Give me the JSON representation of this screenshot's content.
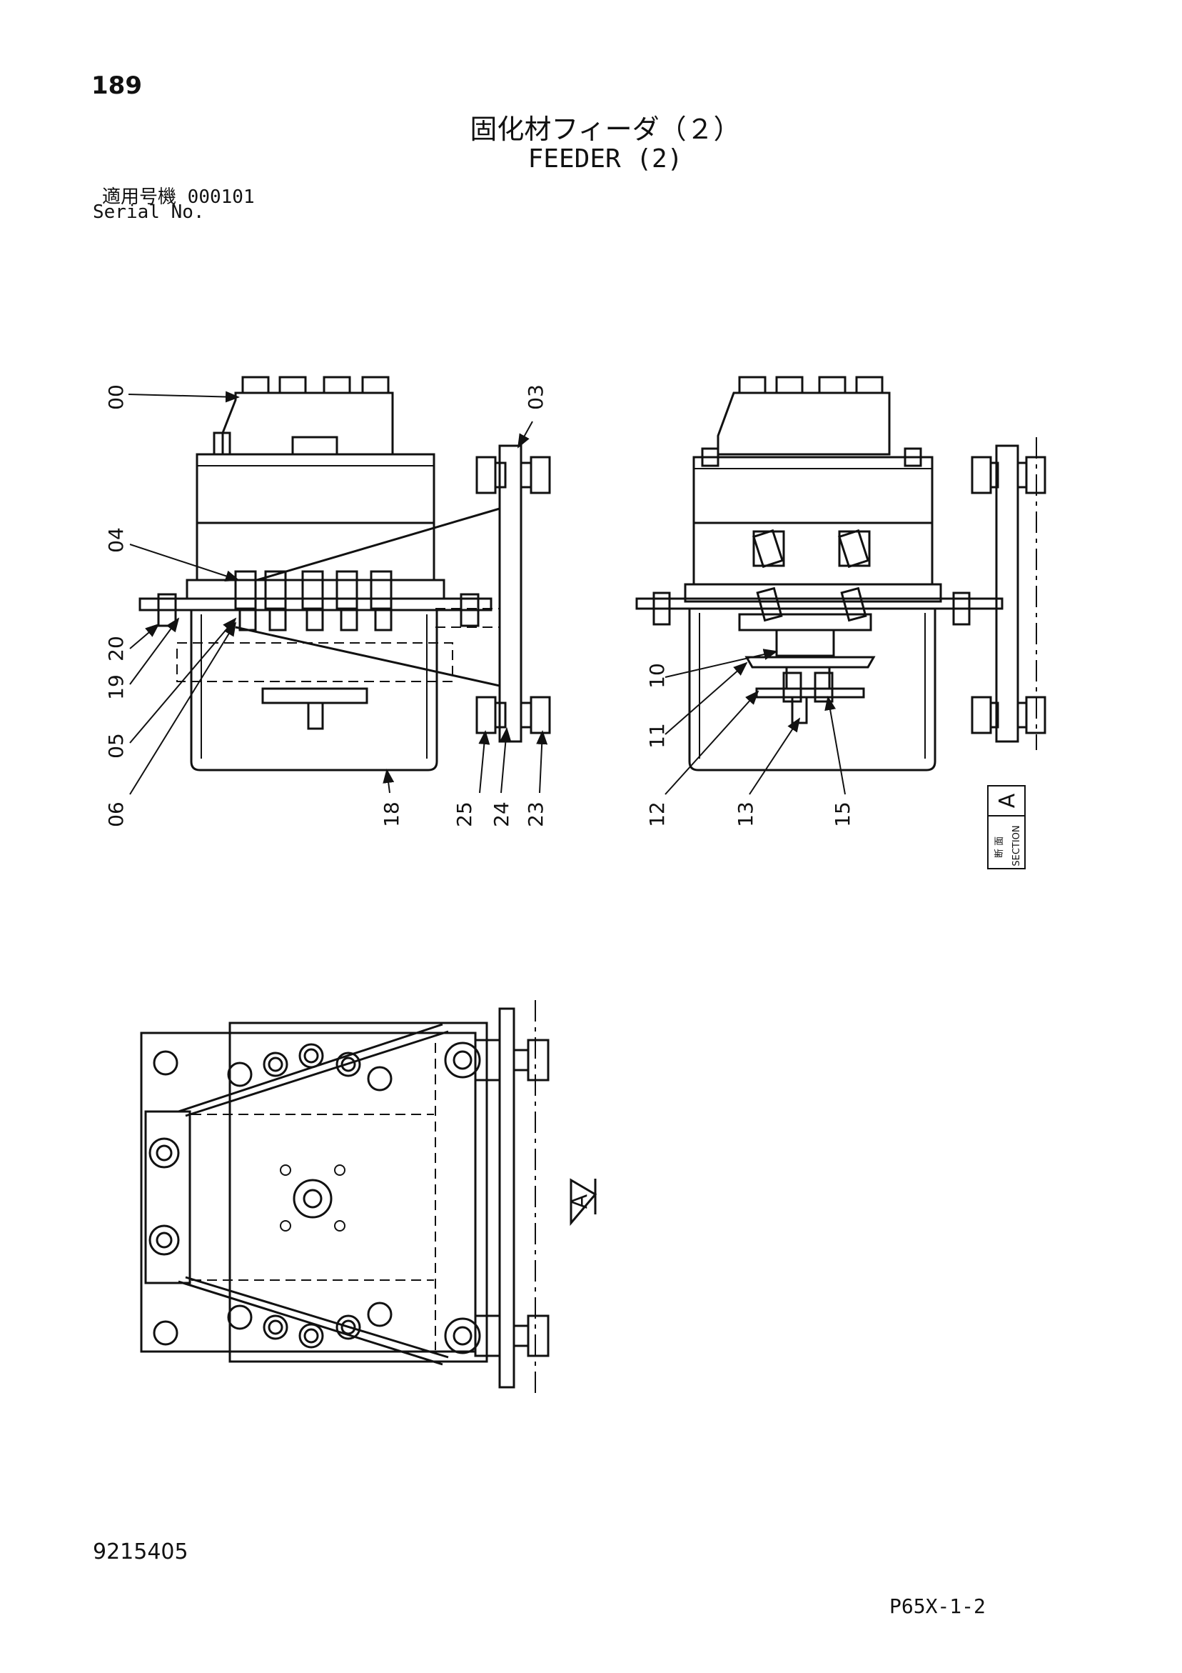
{
  "header": {
    "page_number": "189",
    "title_jp": "固化材フィーダ（２）",
    "title_en": "FEEDER (2)",
    "serial_label_jp": "適用号機",
    "serial_value": "000101",
    "serial_label_en": "Serial No."
  },
  "callouts": {
    "front_view": [
      "00",
      "04",
      "20",
      "19",
      "05",
      "06",
      "18",
      "25",
      "24",
      "23",
      "03"
    ],
    "section_view": [
      "10",
      "11",
      "12",
      "13",
      "15"
    ]
  },
  "section_marker": {
    "letter": "A",
    "jp": "断 面",
    "en": "SECTION",
    "arrow_letter": "A"
  },
  "footer": {
    "doc_number": "9215405",
    "page_code": "P65X-1-2"
  }
}
